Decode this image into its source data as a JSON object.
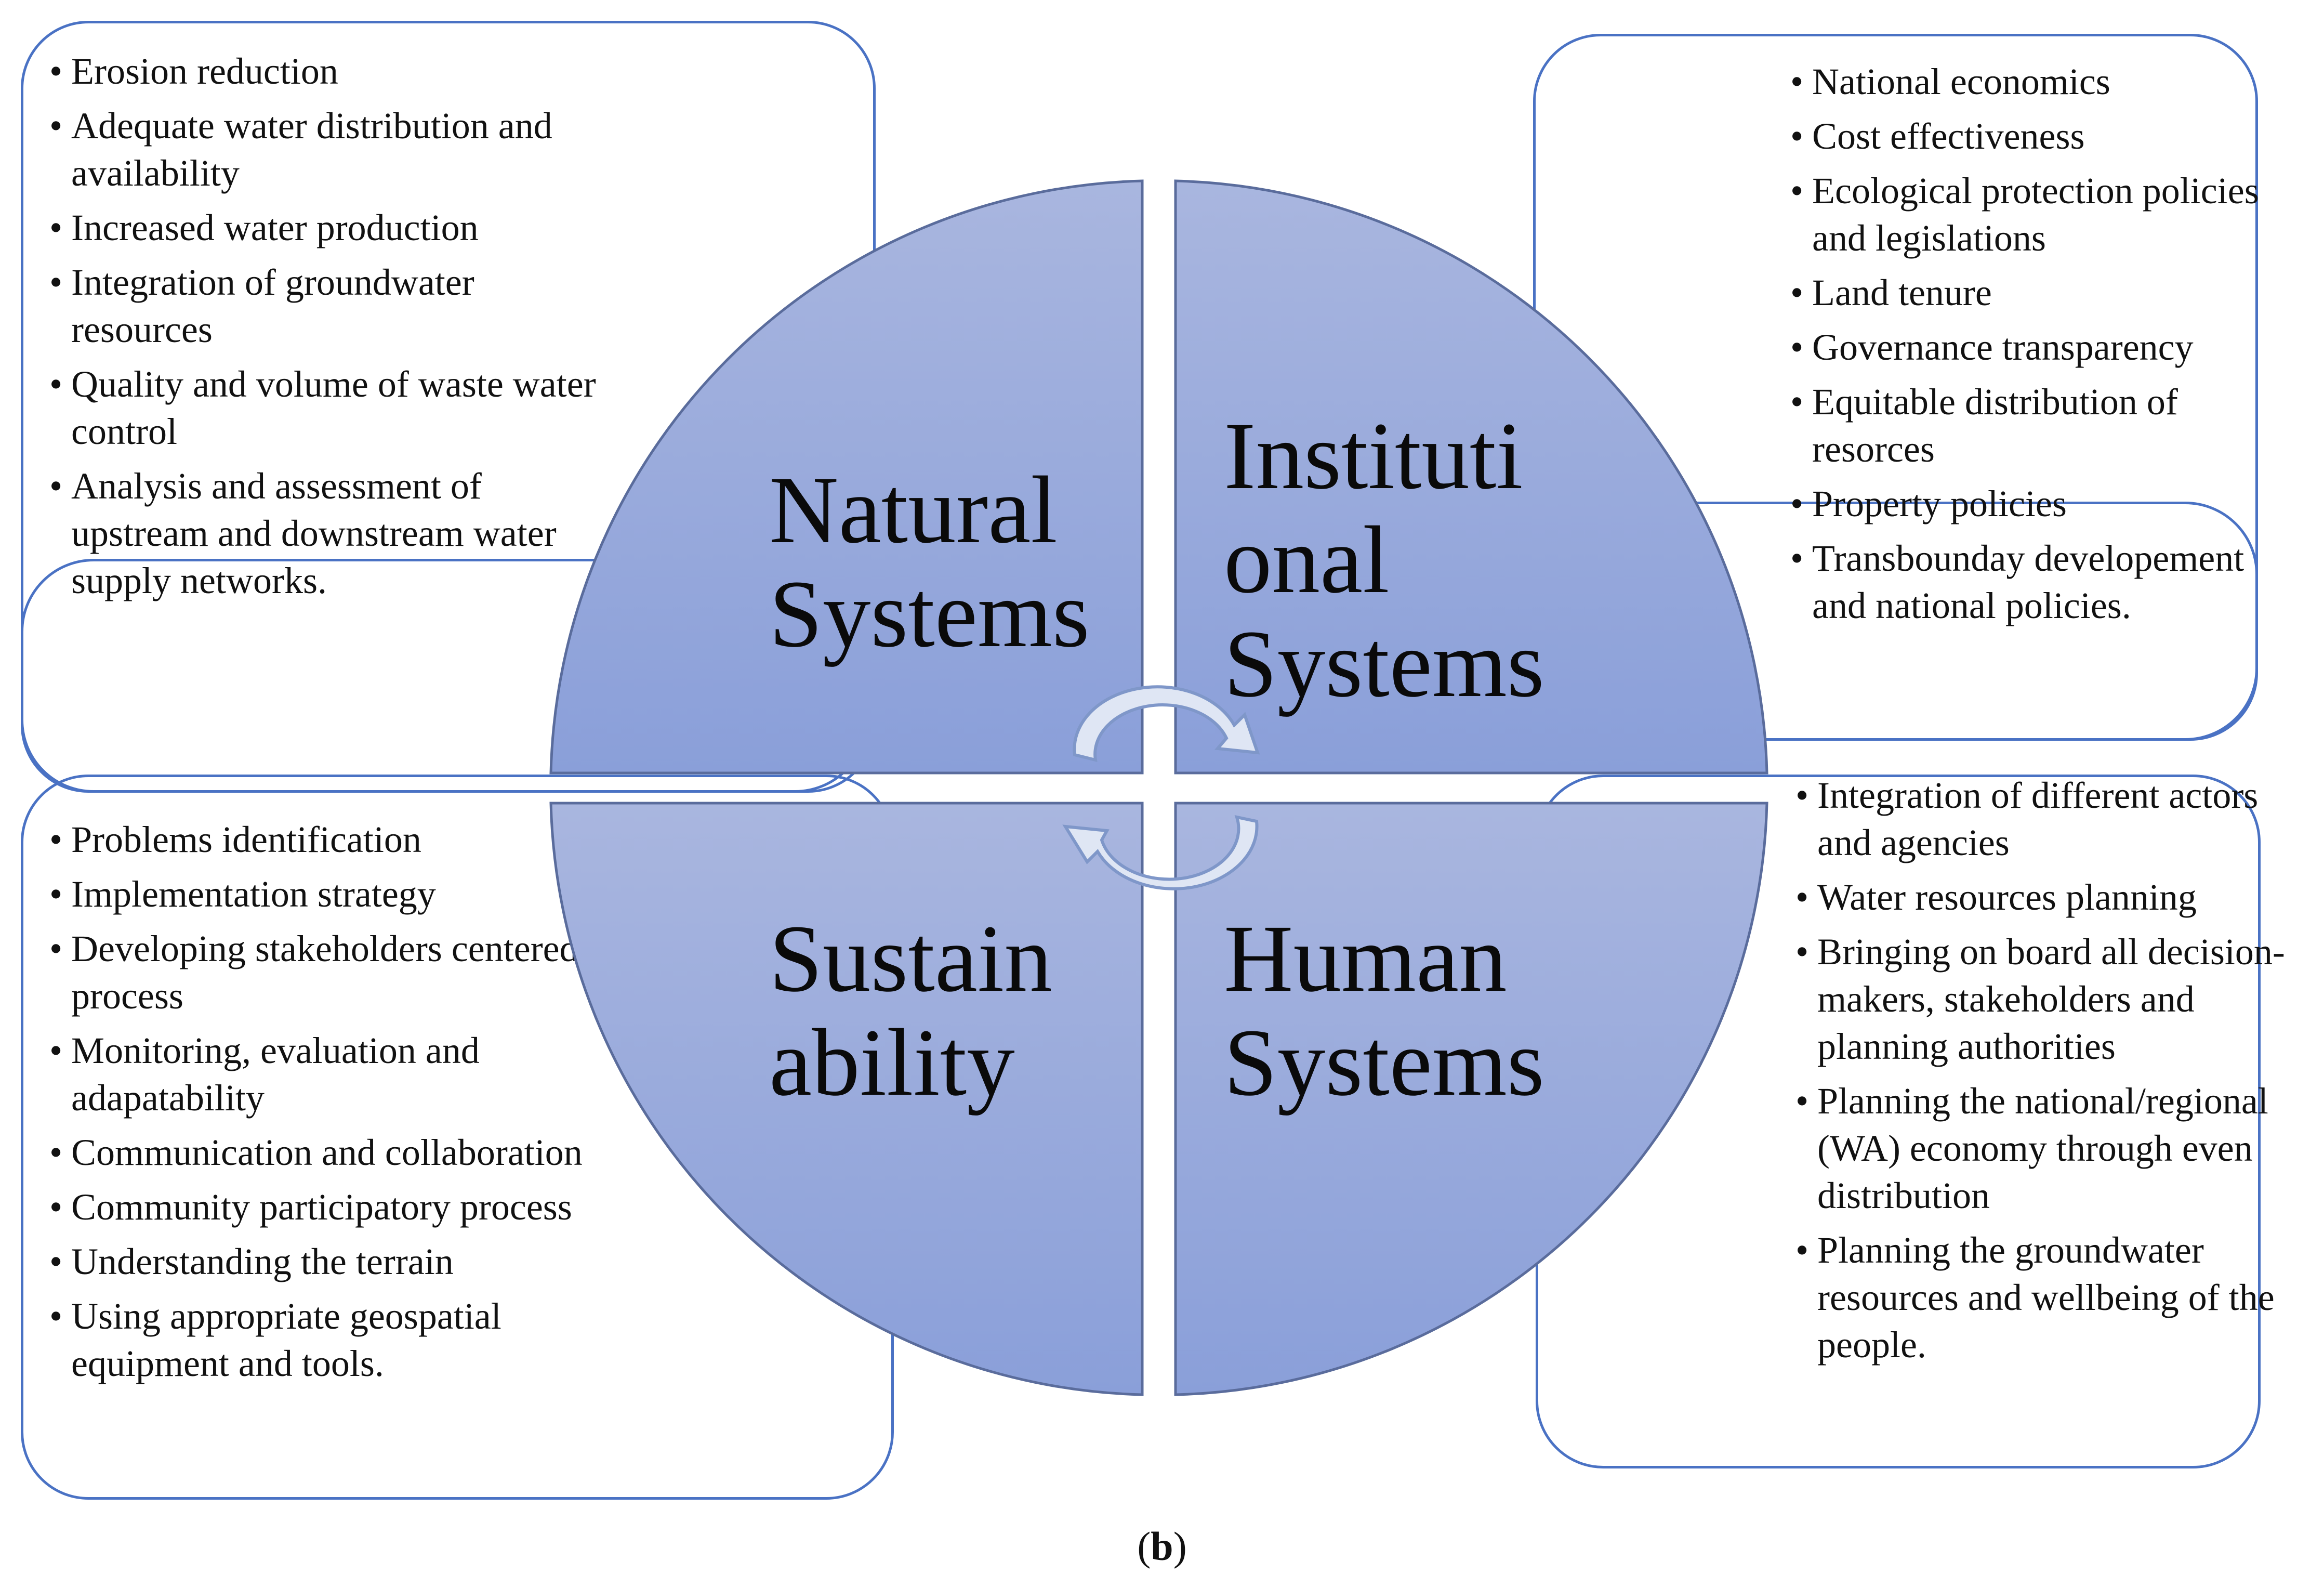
{
  "quadrants": {
    "natural": "Natural\nSystems",
    "institutional": "Instituti\nonal\nSystems",
    "sustainability": "Sustain\nability",
    "human": "Human\nSystems"
  },
  "colors": {
    "quad_top": "#a9b6df",
    "quad_bottom": "#8a9fd9",
    "border": "#4a72c4"
  },
  "lists": {
    "natural": [
      "Erosion reduction",
      "Adequate water distribution and availability",
      "Increased water production",
      "Integration of groundwater resources",
      "Quality and volume of waste water control",
      "Analysis and assessment of upstream and downstream water supply networks."
    ],
    "institutional": [
      "National economics",
      " Cost effectiveness",
      "Ecological protection policies and legislations",
      "Land tenure",
      "Governance transparency",
      "Equitable distribution of resorces",
      "Property policies",
      "Transbounday developement and national policies."
    ],
    "sustainability": [
      "Problems identification",
      "Implementation strategy",
      "Developing stakeholders centered process",
      "Monitoring, evaluation and adapatability",
      "Communication and collaboration",
      "Community participatory process",
      "Understanding the terrain",
      "Using appropriate geospatial equipment and tools."
    ],
    "human": [
      "Integration of different actors and agencies",
      "Water resources planning",
      "Bringing on board all decision-makers, stakeholders and planning authorities",
      "Planning the national/regional (WA) economy through even distribution",
      "Planning the groundwater resources and wellbeing of the people."
    ]
  },
  "caption": {
    "open": "(",
    "letter": "b",
    "close": ")"
  }
}
